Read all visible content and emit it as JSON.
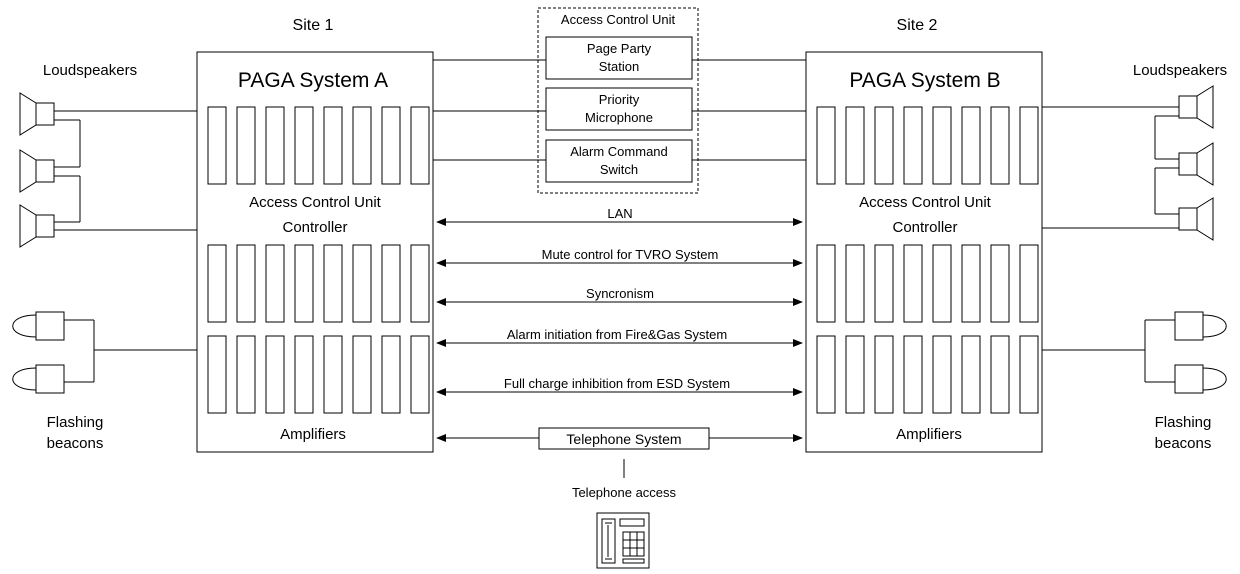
{
  "site_labels": {
    "left": "Site 1",
    "right": "Site 2"
  },
  "system_a": {
    "title": "PAGA System A",
    "controller": [
      "Access Control Unit",
      "Controller"
    ],
    "amplifiers": "Amplifiers"
  },
  "system_b": {
    "title": "PAGA System B",
    "controller": [
      "Access Control Unit",
      "Controller"
    ],
    "amplifiers": "Amplifiers"
  },
  "access_control_unit": {
    "title": "Access Control Unit",
    "items": [
      [
        "Page Party",
        "Station"
      ],
      [
        "Priority",
        "Microphone"
      ],
      [
        "Alarm Command",
        "Switch"
      ]
    ]
  },
  "links": [
    "LAN",
    "Mute control for TVRO System",
    "Syncronism",
    "Alarm initiation from Fire&Gas System",
    "Full charge inhibition from ESD System"
  ],
  "telephone": {
    "system": "Telephone System",
    "access": "Telephone access"
  },
  "peripherals": {
    "loudspeakers_left": "Loudspeakers",
    "loudspeakers_right": "Loudspeakers",
    "beacons_left": [
      "Flashing",
      "beacons"
    ],
    "beacons_right": [
      "Flashing",
      "beacons"
    ]
  },
  "colors": {
    "line": "#000000",
    "background": "#ffffff"
  },
  "icons": [
    "loudspeaker-icon",
    "flashing-beacon-icon",
    "telephone-icon",
    "double-arrow-icon"
  ]
}
